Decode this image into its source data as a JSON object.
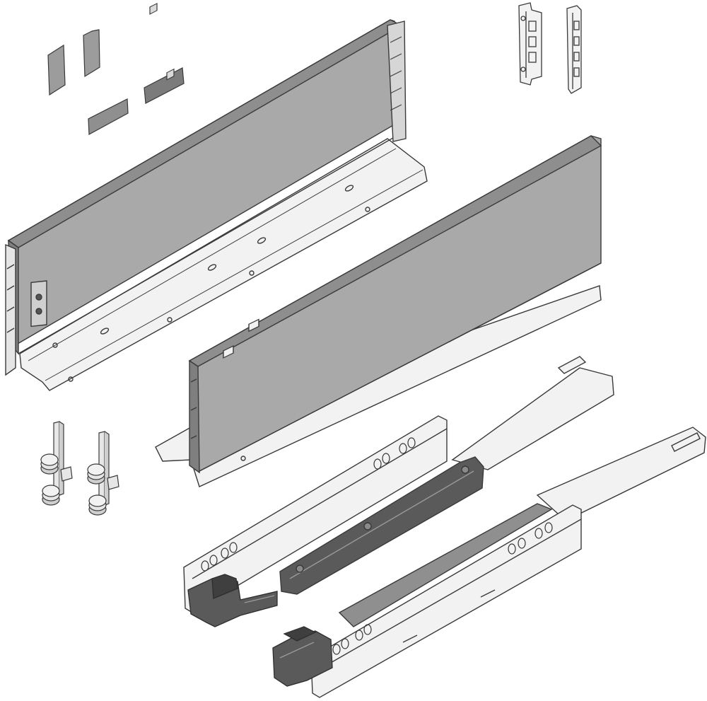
{
  "diagram": {
    "colors": {
      "background": "#ffffff",
      "line": "#3a3a3a",
      "panel": "#a9a9a9",
      "panel_dark": "#8e8e8e",
      "metal": "#f2f2f2",
      "mechanism": "#5a5a5a",
      "mechanism_dark": "#3f3f3f"
    },
    "parts": [
      {
        "id": "left-side-panel",
        "kind": "drawer-side-panel"
      },
      {
        "id": "right-side-panel",
        "kind": "drawer-side-panel"
      },
      {
        "id": "front-fixing-brackets",
        "kind": "bracket",
        "count": 2
      },
      {
        "id": "rear-clips",
        "kind": "clip",
        "count": 4
      },
      {
        "id": "height-adjusters",
        "kind": "adjuster",
        "count": 2
      },
      {
        "id": "left-runner",
        "kind": "runner"
      },
      {
        "id": "right-runner",
        "kind": "runner"
      },
      {
        "id": "locking-devices",
        "kind": "locking-device",
        "count": 2
      }
    ]
  }
}
